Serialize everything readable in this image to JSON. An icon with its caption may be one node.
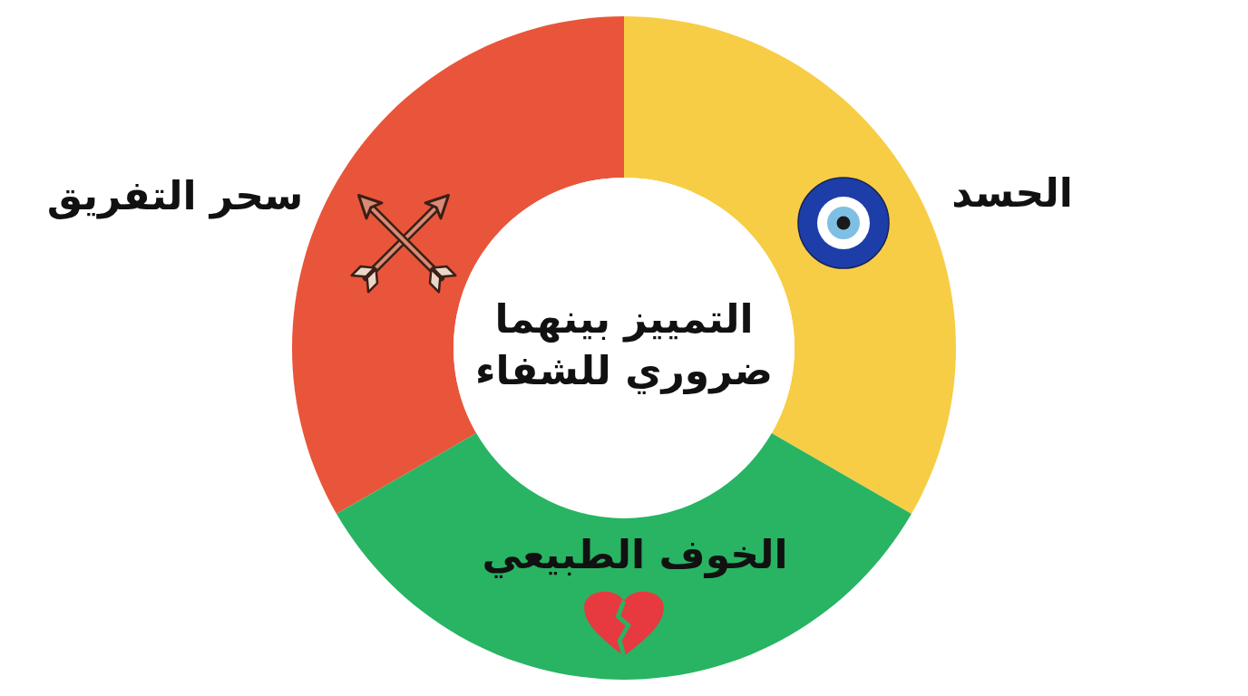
{
  "diagram": {
    "nodes": [
      {
        "text": [
          "الحسد"
        ]
      },
      {
        "text": [
          "سحر التفريق"
        ]
      },
      {
        "text": [
          "التمييز بينهما ضروري للشفاء"
        ]
      },
      {
        "text": [
          "الخوف الطبيعي"
        ]
      }
    ]
  }
}
